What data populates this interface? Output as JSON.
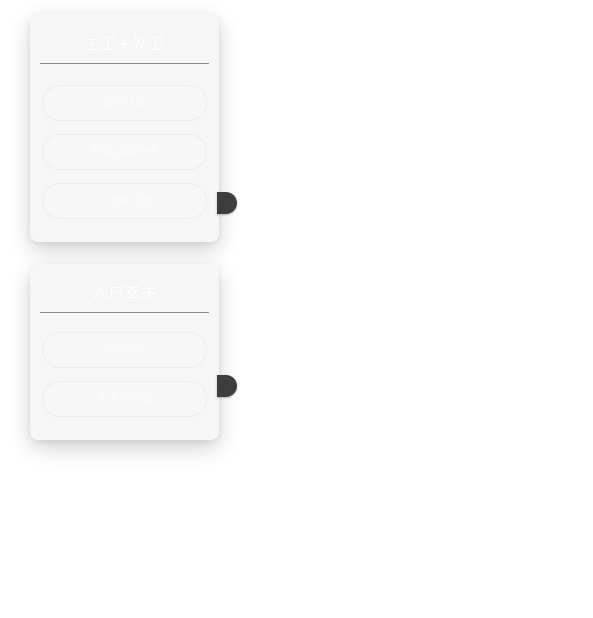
{
  "groups": [
    {
      "title": "主卫+外卫",
      "options": [
        {
          "label": "智能马桶"
        },
        {
          "label": "智能浴霸开关"
        },
        {
          "label": "人体传感器"
        }
      ]
    },
    {
      "title": "入户玄关",
      "options": [
        {
          "label": "智能门锁"
        },
        {
          "label": "人体传感器"
        }
      ]
    }
  ],
  "colors": {
    "card_bg": "#f6f6f6",
    "divider": "#8c8c8c",
    "handle": "#3d3d3d",
    "text": "#ffffff"
  }
}
